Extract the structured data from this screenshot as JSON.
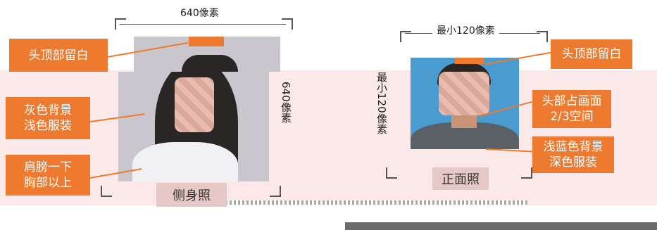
{
  "left": {
    "width_label": "640像素",
    "height_label": "640像素",
    "labels": [
      "头顶部留白",
      "灰色背景\n浅色服装",
      "肩膀一下\n胸部以上"
    ],
    "caption": "侧身照"
  },
  "right": {
    "width_label": "最小120像素",
    "height_label": "最小120像素",
    "labels": [
      "头顶部留白",
      "头部占画面\n2/3空间",
      "浅蓝色背景\n深色服装"
    ],
    "caption": "正面照"
  },
  "colors": {
    "accent": "#ee7a2f",
    "caption_bg": "#e6c9c6",
    "grey_bg": "#c9c7cd",
    "blue_bg": "#4a9bd0"
  }
}
